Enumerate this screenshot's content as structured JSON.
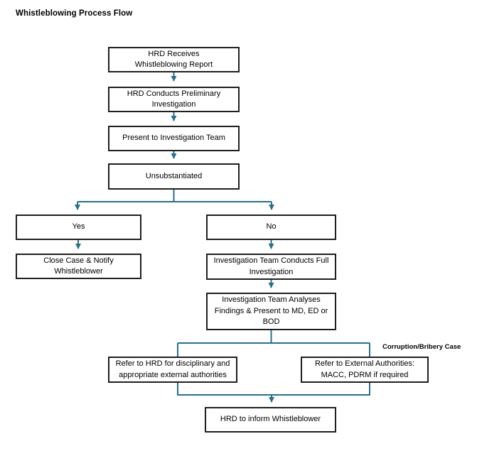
{
  "title": "Whistleblowing Process Flow",
  "colors": {
    "connector": "#27708e",
    "box_border": "#1f1f1f",
    "box_fill": "#ffffff",
    "text": "#000000",
    "background": "#ffffff"
  },
  "annotation": "Corruption/Bribery Case",
  "nodes": {
    "receive": {
      "lines": [
        "HRD Receives",
        "Whistleblowing Report"
      ]
    },
    "prelim": {
      "lines": [
        "HRD Conducts Preliminary",
        "Investigation"
      ]
    },
    "present": {
      "lines": [
        "Present to Investigation Team"
      ]
    },
    "unsubstantiated": {
      "lines": [
        "Unsubstantiated"
      ]
    },
    "yes": {
      "lines": [
        "Yes"
      ]
    },
    "close_case": {
      "lines": [
        "Close Case & Notify",
        "Whistleblower"
      ]
    },
    "no": {
      "lines": [
        "No"
      ]
    },
    "full_investigation": {
      "lines": [
        "Investigation Team Conducts Full",
        "Investigation"
      ]
    },
    "analyse": {
      "lines": [
        "Investigation Team Analyses",
        "Findings & Present to MD, ED or",
        "BOD"
      ]
    },
    "refer_hrd": {
      "lines": [
        "Refer to HRD for disciplinary and",
        "appropriate external authorities"
      ]
    },
    "refer_external": {
      "lines": [
        "Refer to External Authorities:",
        "MACC, PDRM if required"
      ]
    },
    "inform": {
      "lines": [
        "HRD to inform Whistleblower"
      ]
    }
  },
  "edges": [
    {
      "from": "receive",
      "to": "prelim"
    },
    {
      "from": "prelim",
      "to": "present"
    },
    {
      "from": "present",
      "to": "unsubstantiated"
    },
    {
      "from": "unsubstantiated",
      "to": "yes",
      "branch": "left"
    },
    {
      "from": "unsubstantiated",
      "to": "no",
      "branch": "right"
    },
    {
      "from": "yes",
      "to": "close_case"
    },
    {
      "from": "no",
      "to": "full_investigation"
    },
    {
      "from": "full_investigation",
      "to": "analyse"
    },
    {
      "from": "analyse",
      "to": "refer_hrd",
      "branch": "left"
    },
    {
      "from": "analyse",
      "to": "refer_external",
      "branch": "right",
      "label": "Corruption/Bribery Case"
    },
    {
      "from": "refer_hrd",
      "to": "inform"
    },
    {
      "from": "refer_external",
      "to": "inform"
    }
  ]
}
